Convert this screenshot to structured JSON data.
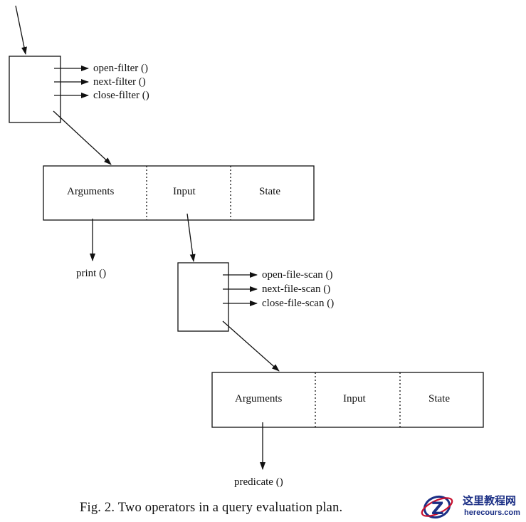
{
  "operator1": {
    "functions": [
      "open-filter ()",
      "next-filter ()",
      "close-filter ()"
    ],
    "state_record": {
      "fields": [
        "Arguments",
        "Input",
        "State"
      ]
    },
    "argument_call": "print ()"
  },
  "operator2": {
    "functions": [
      "open-file-scan ()",
      "next-file-scan ()",
      "close-file-scan ()"
    ],
    "state_record": {
      "fields": [
        "Arguments",
        "Input",
        "State"
      ]
    },
    "argument_call": "predicate ()"
  },
  "caption": "Fig. 2.  Two operators in a query evaluation plan.",
  "watermark": {
    "logo_letter": "Z",
    "title": "这里教程网",
    "url": "herecours.com",
    "colors": {
      "blue": "#1b2f85",
      "red": "#c8102e"
    }
  }
}
